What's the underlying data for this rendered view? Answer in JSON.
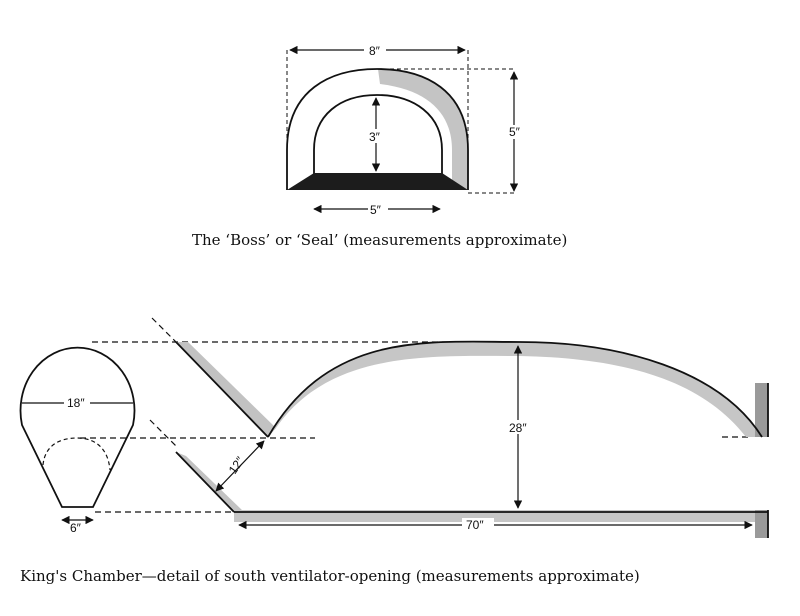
{
  "boss": {
    "width_label": "8″",
    "height_label": "5″",
    "inner_height_label": "3″",
    "base_label": "5″",
    "caption": "The ‘Boss’ or ‘Seal’ (measurements approximate)"
  },
  "chamber": {
    "bulb_width_label": "18″",
    "bulb_base_label": "6″",
    "height_label": "28″",
    "opening_label": "12″",
    "length_label": "70″",
    "caption": "King's Chamber—detail of south ventilator-opening (measurements approximate)"
  },
  "colors": {
    "ink": "#111111",
    "shade": "#b8b8b8",
    "fill": "#1c1c1c"
  }
}
